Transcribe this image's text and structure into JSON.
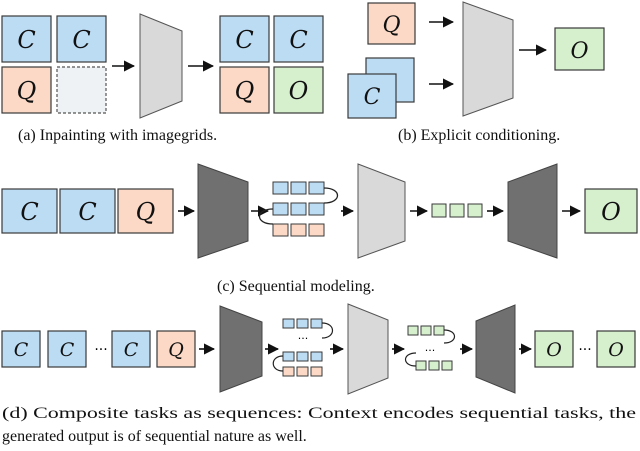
{
  "colors": {
    "context": "#bcdcf4",
    "query": "#fbd9c6",
    "output": "#d6efcd",
    "empty": "#eef2f4",
    "decoder_light": "#d9d9d9",
    "encoder_dark": "#707070",
    "stroke": "#3a3a3a",
    "arrow": "#111111"
  },
  "letters": {
    "context": "C",
    "query": "Q",
    "output": "O"
  },
  "ellipsis": "···",
  "captions": {
    "a": "(a) Inpainting with imagegrids.",
    "b": "(b) Explicit conditioning.",
    "c": "(c) Sequential modeling.",
    "d_line1": "(d) Composite tasks as sequences: Context encodes sequential tasks, the",
    "d_line2": "generated output is of sequential nature as well."
  }
}
